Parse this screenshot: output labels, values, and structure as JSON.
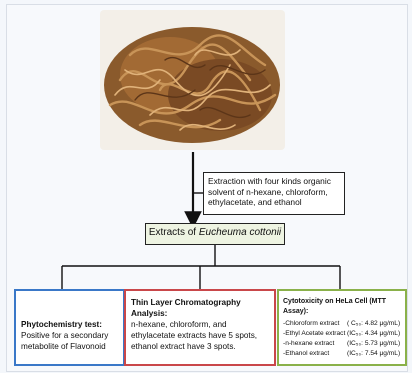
{
  "extraction": {
    "line1": "Extraction with four kinds organic",
    "line2": "solvent of  n-hexane, chloroform,",
    "line3": "ethylacetate, and ethanol"
  },
  "extracts": {
    "prefix": "Extracts of",
    "species": "Eucheuma cottonii"
  },
  "phytochemistry": {
    "title": "Phytochemistry test:",
    "text": "Positive for a secondary metabolite of Flavonoid"
  },
  "tlc": {
    "title": "Thin Layer Chromatography Analysis:",
    "text": "n-hexane, chloroform, and ethylacetate extracts have 5 spots, ethanol extract have 3 spots."
  },
  "cytotoxicity": {
    "title": "Cytotoxicity  on HeLa Cell (MTT Assay):",
    "rows": [
      {
        "label": "-Chloroform extract",
        "value": "( C₅₀: 4.82 μg/mL)"
      },
      {
        "label": "-Ethyl Acetate extract",
        "value": "(IC₅₀: 4.34 μg/mL)"
      },
      {
        "label": "-n-hexane extract",
        "value": "(IC₅₀: 5.73 μg/mL)"
      },
      {
        "label": "-Ethanol extract",
        "value": "(IC₅₀: 7.54 μg/mL)"
      }
    ]
  },
  "colors": {
    "phyto_border": "#3a78c8",
    "tlc_border": "#c9474a",
    "cyto_border": "#8ab14a"
  }
}
